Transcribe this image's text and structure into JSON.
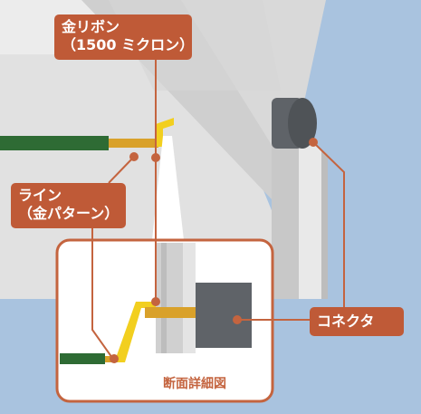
{
  "labels": {
    "gold_ribbon_line1": "金リボン",
    "gold_ribbon_line2": "（1500 ミクロン）",
    "line_pattern_line1": "ライン",
    "line_pattern_line2": "（金パターン）",
    "connector": "コネクタ",
    "detail_caption": "断面詳細図"
  },
  "colors": {
    "background": "#a9c3df",
    "housing_light": "#e8e8e8",
    "housing_mid": "#d2d2d2",
    "housing_dark": "#b4b4b4",
    "gold": "#f2cf1f",
    "gold_dark": "#d9a12a",
    "pcb_green": "#2e6b34",
    "connector_gray": "#5f6368",
    "callout": "#bf5a37",
    "detail_border": "#c4643f"
  }
}
